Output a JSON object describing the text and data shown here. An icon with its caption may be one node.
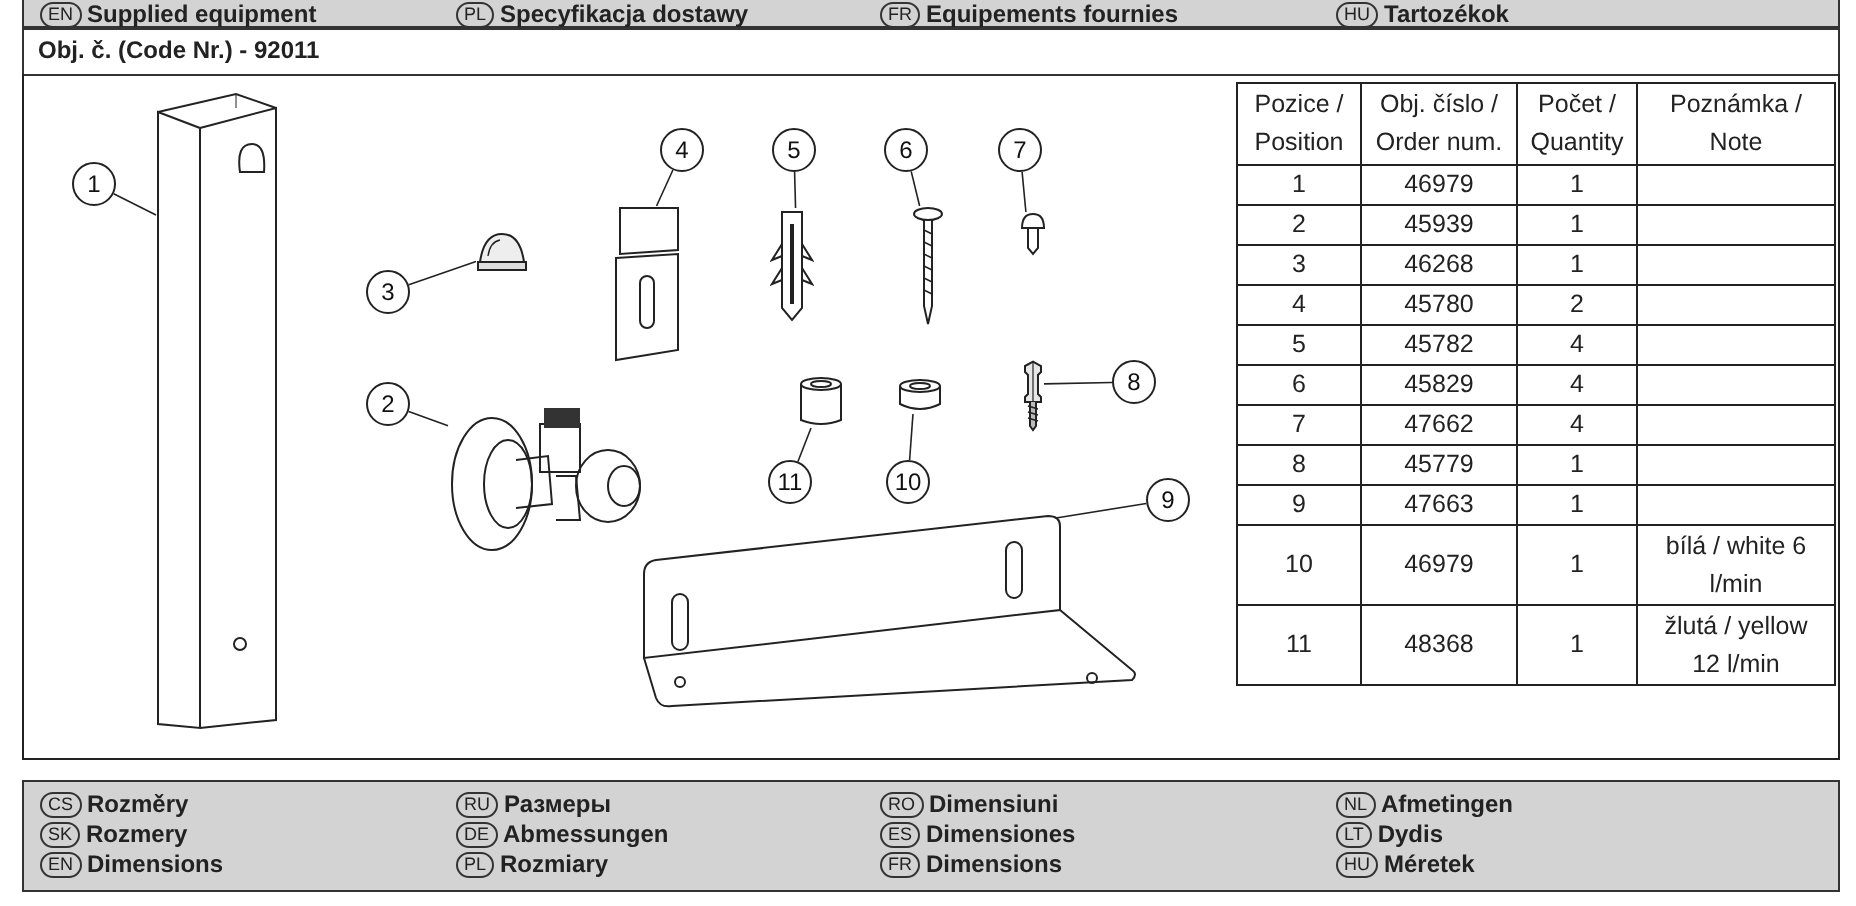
{
  "diagram": {
    "title": "Obj. č. (Code Nr.) - 92011",
    "nodes": [
      {
        "text": [
          "1"
        ]
      },
      {
        "text": [
          "2"
        ]
      },
      {
        "text": [
          "3"
        ]
      },
      {
        "text": [
          "4"
        ]
      },
      {
        "text": [
          "5"
        ]
      },
      {
        "text": [
          "6"
        ]
      },
      {
        "text": [
          "7"
        ]
      },
      {
        "text": [
          "8"
        ]
      },
      {
        "text": [
          "9"
        ]
      },
      {
        "text": [
          "10"
        ]
      },
      {
        "text": [
          "11"
        ]
      },
      {
        "text": [],
        "shape": "picture"
      },
      {
        "text": [],
        "shape": "picture"
      },
      {
        "text": [],
        "shape": "picture"
      },
      {
        "text": [],
        "shape": "picture"
      },
      {
        "text": [],
        "shape": "picture"
      },
      {
        "text": [],
        "shape": "picture"
      },
      {
        "text": [],
        "shape": "picture"
      },
      {
        "text": [],
        "shape": "picture"
      },
      {
        "text": [],
        "shape": "picture"
      },
      {
        "text": [],
        "shape": "picture"
      },
      {
        "text": [],
        "shape": "picture"
      }
    ],
    "edges": [
      {
        "from": 0,
        "to": 11,
        "arrow": "none"
      },
      {
        "from": 1,
        "to": 12,
        "arrow": "none"
      },
      {
        "from": 2,
        "to": 13,
        "arrow": "none"
      },
      {
        "from": 3,
        "to": 14,
        "arrow": "none"
      },
      {
        "from": 4,
        "to": 15,
        "arrow": "none"
      },
      {
        "from": 5,
        "to": 16,
        "arrow": "none"
      },
      {
        "from": 6,
        "to": 17,
        "arrow": "none"
      },
      {
        "from": 7,
        "to": 18,
        "arrow": "none"
      },
      {
        "from": 8,
        "to": 19,
        "arrow": "none"
      },
      {
        "from": 9,
        "to": 20,
        "arrow": "none"
      },
      {
        "from": 10,
        "to": 21,
        "arrow": "none"
      }
    ],
    "labels": [
      "EN",
      "Supplied equipment",
      "PL",
      "Specyfikacja dostawy",
      "FR",
      "Equipements fournies",
      "HU",
      "Tartozékok",
      "Pozice / Position",
      "Obj. číslo / Order num.",
      "Počet / Quantity",
      "Poznámka / Note",
      "1",
      "46979",
      "1",
      "2",
      "45939",
      "1",
      "3",
      "46268",
      "1",
      "4",
      "45780",
      "2",
      "5",
      "45782",
      "4",
      "6",
      "45829",
      "4",
      "7",
      "47662",
      "4",
      "8",
      "45779",
      "1",
      "9",
      "47663",
      "1",
      "10",
      "46979",
      "1",
      "bílá / white 6 l/min",
      "11",
      "48368",
      "1",
      "žlutá / yellow 12 l/min",
      "CS",
      "Rozměry",
      "RU",
      "Размеры",
      "RO",
      "Dimensiuni",
      "NL",
      "Afmetingen",
      "SK",
      "Rozmery",
      "DE",
      "Abmessungen",
      "ES",
      "Dimensiones",
      "LT",
      "Dydis",
      "EN",
      "Dimensions",
      "PL",
      "Rozmiary",
      "FR",
      "Dimensions",
      "HU",
      "Méretek"
    ]
  }
}
